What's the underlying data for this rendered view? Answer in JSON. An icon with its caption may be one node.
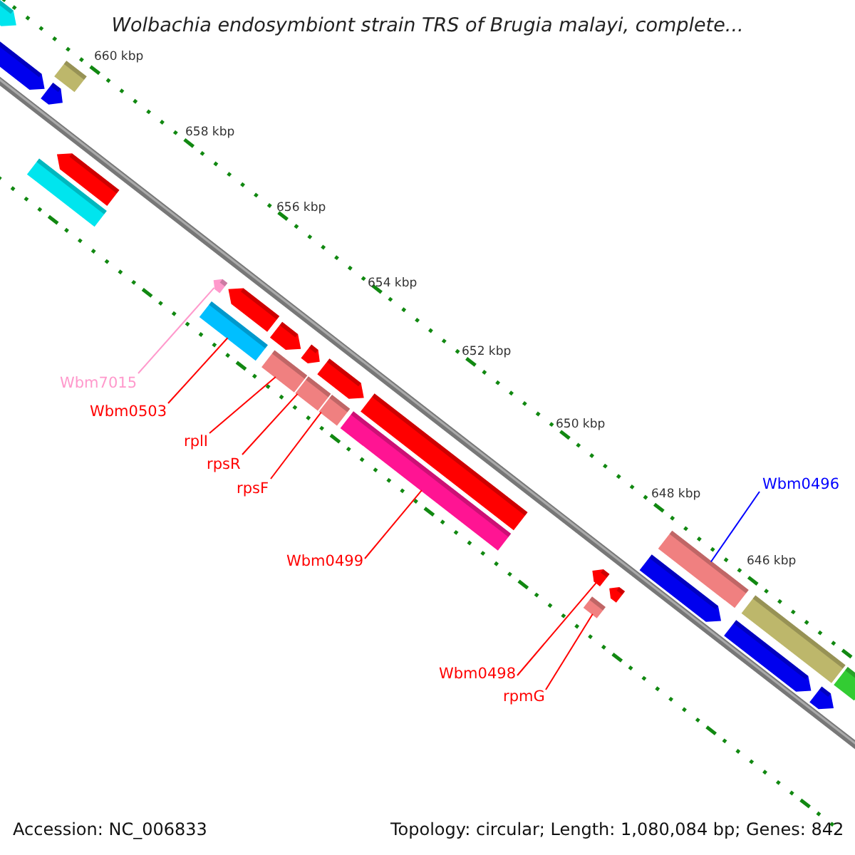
{
  "diagram": {
    "title": "Wolbachia endosymbiont strain TRS of Brugia malayi, complete...",
    "nodes": [
      {
        "text": [
          "Wbm7015"
        ]
      },
      {
        "text": [
          "Wbm0503"
        ]
      },
      {
        "text": [
          "rplI"
        ]
      },
      {
        "text": [
          "rpsR"
        ]
      },
      {
        "text": [
          "rpsF"
        ]
      },
      {
        "text": [
          "Wbm0499"
        ]
      },
      {
        "text": [
          "Wbm0498"
        ]
      },
      {
        "text": [
          "rpmG"
        ]
      },
      {
        "text": [
          "Wbm0496"
        ]
      },
      {
        "text": [],
        "shape": "arrow"
      },
      {
        "text": [],
        "shape": "arrow"
      },
      {
        "text": [],
        "shape": "bar"
      },
      {
        "text": [],
        "shape": "arrow"
      },
      {
        "text": [],
        "shape": "bar"
      },
      {
        "text": [],
        "shape": "arrow"
      },
      {
        "text": [],
        "shape": "arrow"
      },
      {
        "text": [],
        "shape": "bar"
      },
      {
        "text": [],
        "shape": "arrow"
      },
      {
        "text": [],
        "shape": "arrow"
      },
      {
        "text": [],
        "shape": "bar"
      },
      {
        "text": [],
        "shape": "arrow"
      },
      {
        "text": [],
        "shape": "bar"
      },
      {
        "text": [],
        "shape": "arrow"
      },
      {
        "text": [],
        "shape": "bar"
      },
      {
        "text": [],
        "shape": "bar"
      },
      {
        "text": [],
        "shape": "bar"
      },
      {
        "text": [],
        "shape": "arrow"
      },
      {
        "text": [],
        "shape": "bar"
      },
      {
        "text": [],
        "shape": "arrow"
      },
      {
        "text": [],
        "shape": "arrow"
      },
      {
        "text": [],
        "shape": "bar"
      },
      {
        "text": [],
        "shape": "bar"
      },
      {
        "text": [],
        "shape": "arrow"
      },
      {
        "text": [],
        "shape": "arrow"
      },
      {
        "text": [],
        "shape": "bar"
      }
    ],
    "edges": [
      {
        "from": 0,
        "to": 15,
        "arrow": "none",
        "color": "#ff99cc"
      },
      {
        "from": 1,
        "to": 16,
        "arrow": "none"
      },
      {
        "from": 2,
        "to": 19,
        "arrow": "none"
      },
      {
        "from": 3,
        "to": 21,
        "arrow": "none"
      },
      {
        "from": 4,
        "to": 23,
        "arrow": "none"
      },
      {
        "from": 5,
        "to": 24,
        "arrow": "none"
      },
      {
        "from": 6,
        "to": 26,
        "arrow": "none"
      },
      {
        "from": 7,
        "to": 27,
        "arrow": "none"
      },
      {
        "from": 8,
        "to": 30,
        "arrow": "none",
        "color": "#0000ff"
      }
    ],
    "labels": [
      "660 kbp",
      "658 kbp",
      "656 kbp",
      "654 kbp",
      "652 kbp",
      "650 kbp",
      "648 kbp",
      "646 kbp",
      "Accession: NC_006833",
      "Topology: circular; Length: 1,080,084 bp; Genes: 842"
    ]
  }
}
